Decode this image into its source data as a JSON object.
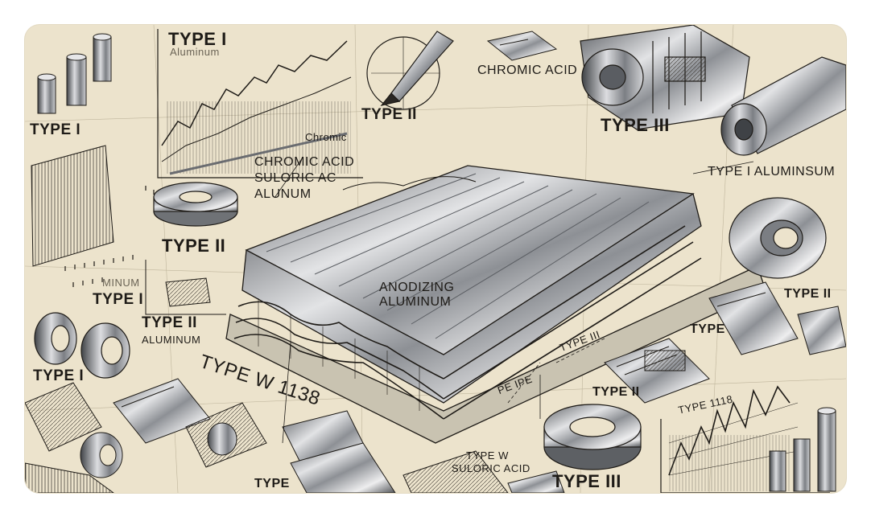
{
  "labels": {
    "type_i_top": "TYPE I",
    "aluminum_top": "Aluminum",
    "type_i_left": "TYPE I",
    "chromic_small": "Chromic",
    "type_ii_top": "TYPE II",
    "chromic_acid_top": "CHROMIC ACID",
    "type_iii_top": "TYPE III",
    "chromic_acid_mid": "CHROMIC ACID",
    "suloric_ac": "SULORIC AC",
    "alunum": "ALUNUM",
    "type_i_aluminsum": "TYPE I ALUMINSUM",
    "type_ii_left": "TYPE II",
    "minum": "MINUM",
    "type_i_mid": "TYPE I",
    "anodizing": "ANODIZING",
    "aluminum_center": "ALUMINUM",
    "type_ii_right": "TYPE II",
    "type_ii_aluminum": "TYPE II",
    "aluminum_left": "ALUMINUM",
    "type_right": "TYPE",
    "type_w_1138": "TYPE W 1138",
    "type_i_bottom": "TYPE I",
    "type_iii_dash": "TYPE III",
    "pe_pe": "PE IPE",
    "type_ii_bottom": "TYPE II",
    "type_1118": "TYPE 1118",
    "type_w": "TYPE W",
    "suloric_acid": "SULORIC ACID",
    "type_iii_bottom": "TYPE III",
    "type_bottom": "TYPE"
  },
  "colors": {
    "paper": "#ece3cc",
    "ink": "#1e1b17",
    "metal_dark": "#4a4d52",
    "metal_light": "#d9dadc"
  }
}
